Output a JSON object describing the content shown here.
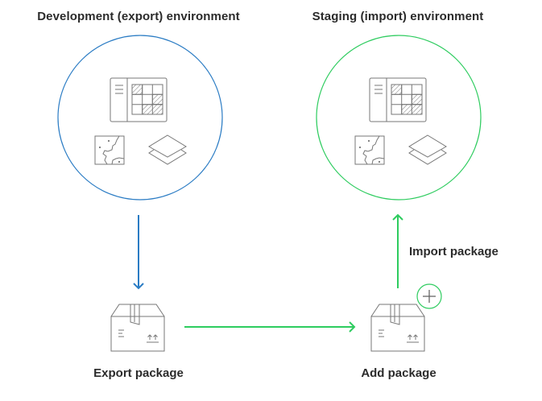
{
  "environments": {
    "export": {
      "title": "Development (export) environment",
      "color": "#2b7cc4"
    },
    "import": {
      "title": "Staging (import) environment",
      "color": "#2ecc5f"
    }
  },
  "icons": {
    "table": "table-grid-icon",
    "map": "map-icon",
    "layers": "layers-icon",
    "package": "package-box-icon",
    "add": "plus-circle-icon"
  },
  "steps": {
    "export_package": {
      "label": "Export package"
    },
    "add_package": {
      "label": "Add package"
    },
    "import_package": {
      "label": "Import package"
    }
  },
  "arrows": {
    "export_arrow_color": "#2b7cc4",
    "transfer_arrow_color": "#2ecc5f",
    "import_arrow_color": "#2ecc5f"
  },
  "icon_stroke_color": "#777777"
}
